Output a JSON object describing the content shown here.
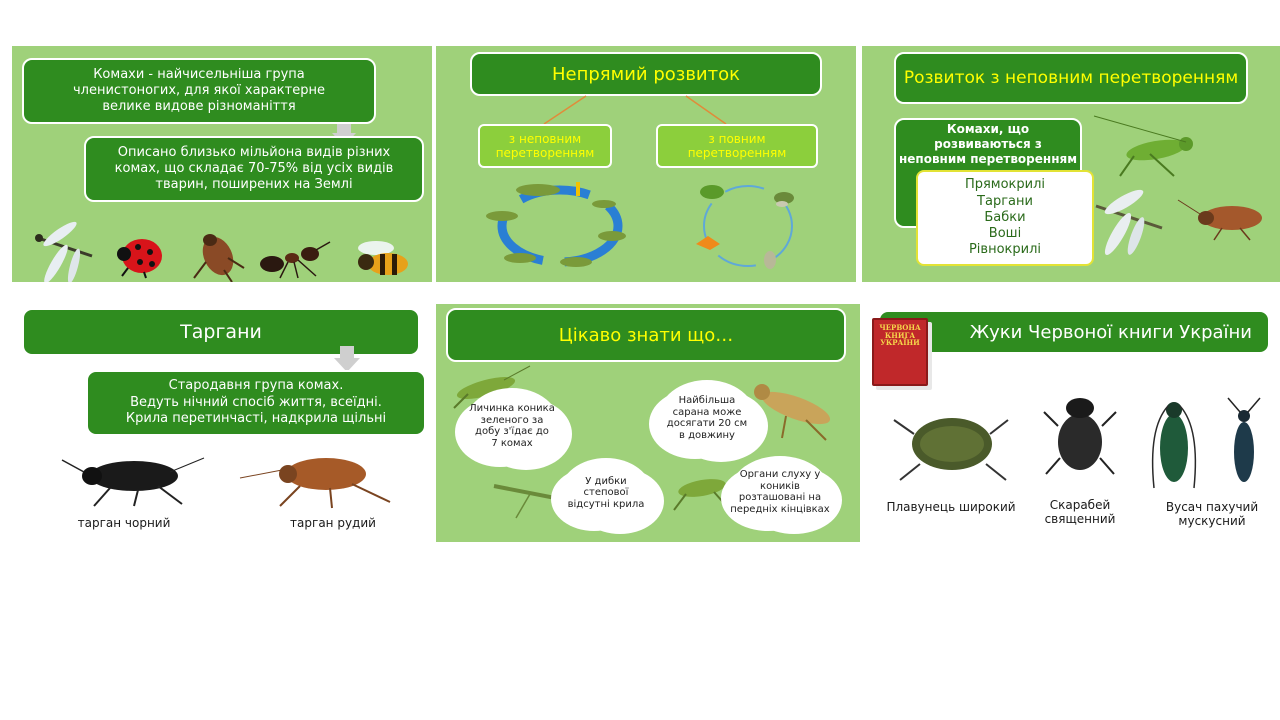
{
  "panel1": {
    "box1": "Комахи - найчисельніша група\nчленистоногих, для якої характерне\nвелике видове різноманіття",
    "box2": "Описано близько мільйона видів різних\nкомах, що складає 70-75% від усіх видів\nтварин, поширених на Землі"
  },
  "panel2": {
    "title": "Непрямий розвиток",
    "left": "з неповним\nперетворенням",
    "right": "з повним\nперетворенням"
  },
  "panel3": {
    "title": "Розвиток з неповним перетворенням",
    "box": "Комахи, що\nрозвиваються з\nнеповним перетворенням",
    "list": [
      "Прямокрилі",
      "Таргани",
      "Бабки",
      "Воші",
      "Рівнокрилі"
    ]
  },
  "panel4": {
    "title": "Таргани",
    "box": "Стародавня група комах.\nВедуть нічний спосіб життя, всеїдні.\nКрила перетинчасті, надкрила щільні",
    "label_black": "тарган чорний",
    "label_red": "тарган рудий"
  },
  "panel5": {
    "title": "Цікаво знати що…",
    "fact1": "Личинка коника\nзеленого за\nдобу з'їдає до\n7 комах",
    "fact2": "Найбільша\nсарана може\nдосягати 20 см\nв довжину",
    "fact3": "У дибки\nстепової\nвідсутні крила",
    "fact4": "Органи слуху у\nкоників\nрозташовані на\nпередніх кінцівках"
  },
  "panel6": {
    "title": "Жуки Червоної книги України",
    "book_text": "ЧЕРВОНА\nКНИГА\nУКРАЇНИ",
    "beetle1": "Плавунець широкий",
    "beetle2": "Скарабей\nсвященний",
    "beetle3": "Вусач пахучий\nмускусний"
  },
  "colors": {
    "panel_bg": "#9fd17a",
    "box_green": "#2f8c1f",
    "light_box": "#8ccf3c",
    "yellow_text": "#ffff00"
  }
}
